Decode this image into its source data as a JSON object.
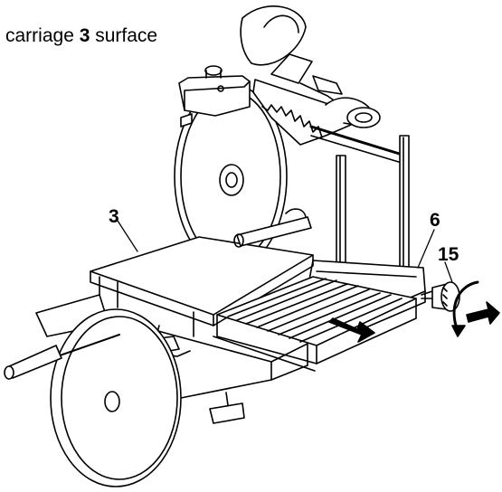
{
  "caption": {
    "prefix": "carriage ",
    "number": "3",
    "suffix": " surface"
  },
  "callouts": {
    "carriage": "3",
    "side_plate": "6",
    "knob": "15"
  },
  "colors": {
    "ink": "#000000",
    "paper": "#ffffff"
  },
  "icons": [
    "pull-arrow-icon",
    "rotate-arrow-icon",
    "outward-arrow-icon"
  ]
}
